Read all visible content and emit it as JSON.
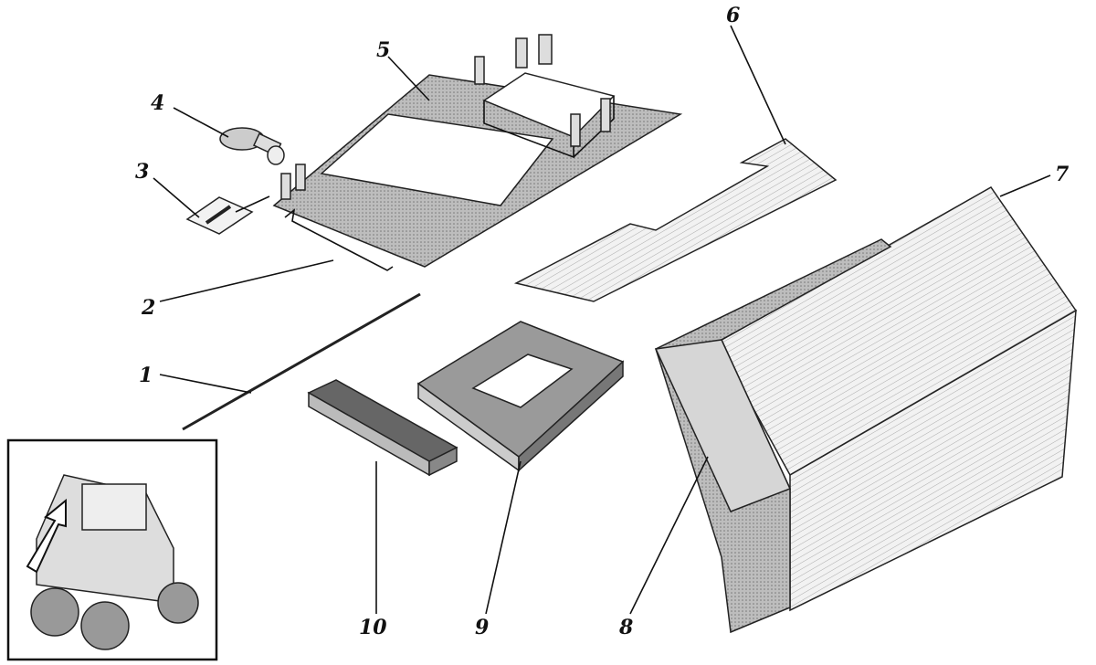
{
  "diagram": {
    "callouts": [
      {
        "id": "1",
        "text": "1"
      },
      {
        "id": "2",
        "text": "2"
      },
      {
        "id": "3",
        "text": "3"
      },
      {
        "id": "4",
        "text": "4"
      },
      {
        "id": "5",
        "text": "5"
      },
      {
        "id": "6",
        "text": "6"
      },
      {
        "id": "7",
        "text": "7"
      },
      {
        "id": "8",
        "text": "8"
      },
      {
        "id": "9",
        "text": "9"
      },
      {
        "id": "10",
        "text": "10"
      }
    ],
    "colors": {
      "ink": "#111111",
      "light_fill": "#e4e4e4",
      "mid_fill": "#a8a8a8",
      "dark_fill": "#555555"
    }
  }
}
